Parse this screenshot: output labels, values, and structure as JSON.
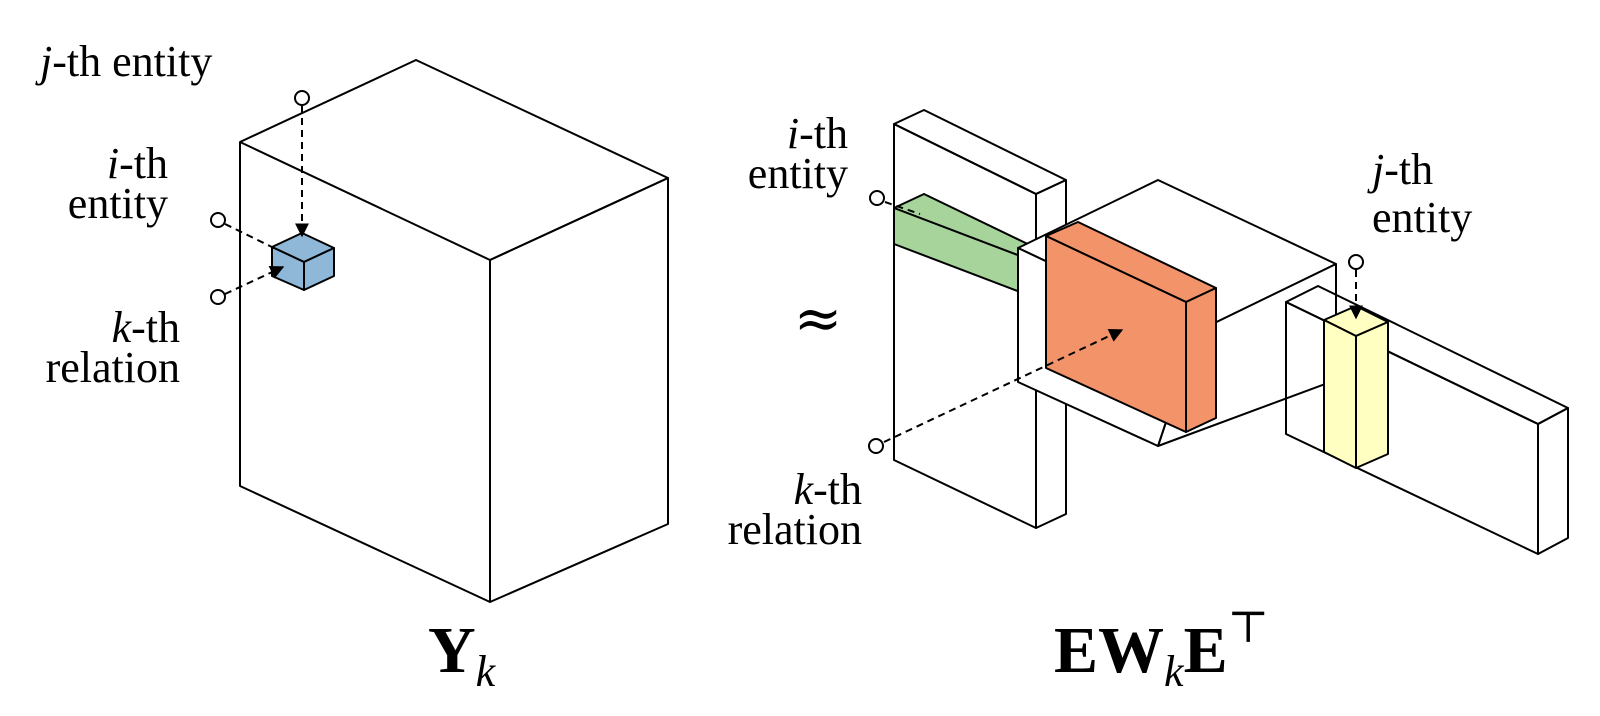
{
  "colors": {
    "cell": "#8fb8d8",
    "entity_row": "#a6d49b",
    "relation_slice": "#f2936a",
    "entity_column": "#ffffc2",
    "outline": "#000000"
  },
  "left": {
    "label_j_var": "j",
    "label_j_rest": "-th entity",
    "label_i_var": "i",
    "label_i_rest": "-th",
    "label_i_line2": "entity",
    "label_k_var": "k",
    "label_k_rest": "-th",
    "label_k_line2": "relation",
    "caption_main": "Y",
    "caption_sub": "k"
  },
  "approx_symbol": "≈",
  "right": {
    "label_i_var": "i",
    "label_i_rest": "-th",
    "label_i_line2": "entity",
    "label_j_var": "j",
    "label_j_rest": "-th",
    "label_j_line2": "entity",
    "label_k_var": "k",
    "label_k_rest": "-th",
    "label_k_line2": "relation",
    "caption_part1": "EW",
    "caption_sub": "k",
    "caption_part2": "E",
    "caption_sup": "⊤"
  }
}
